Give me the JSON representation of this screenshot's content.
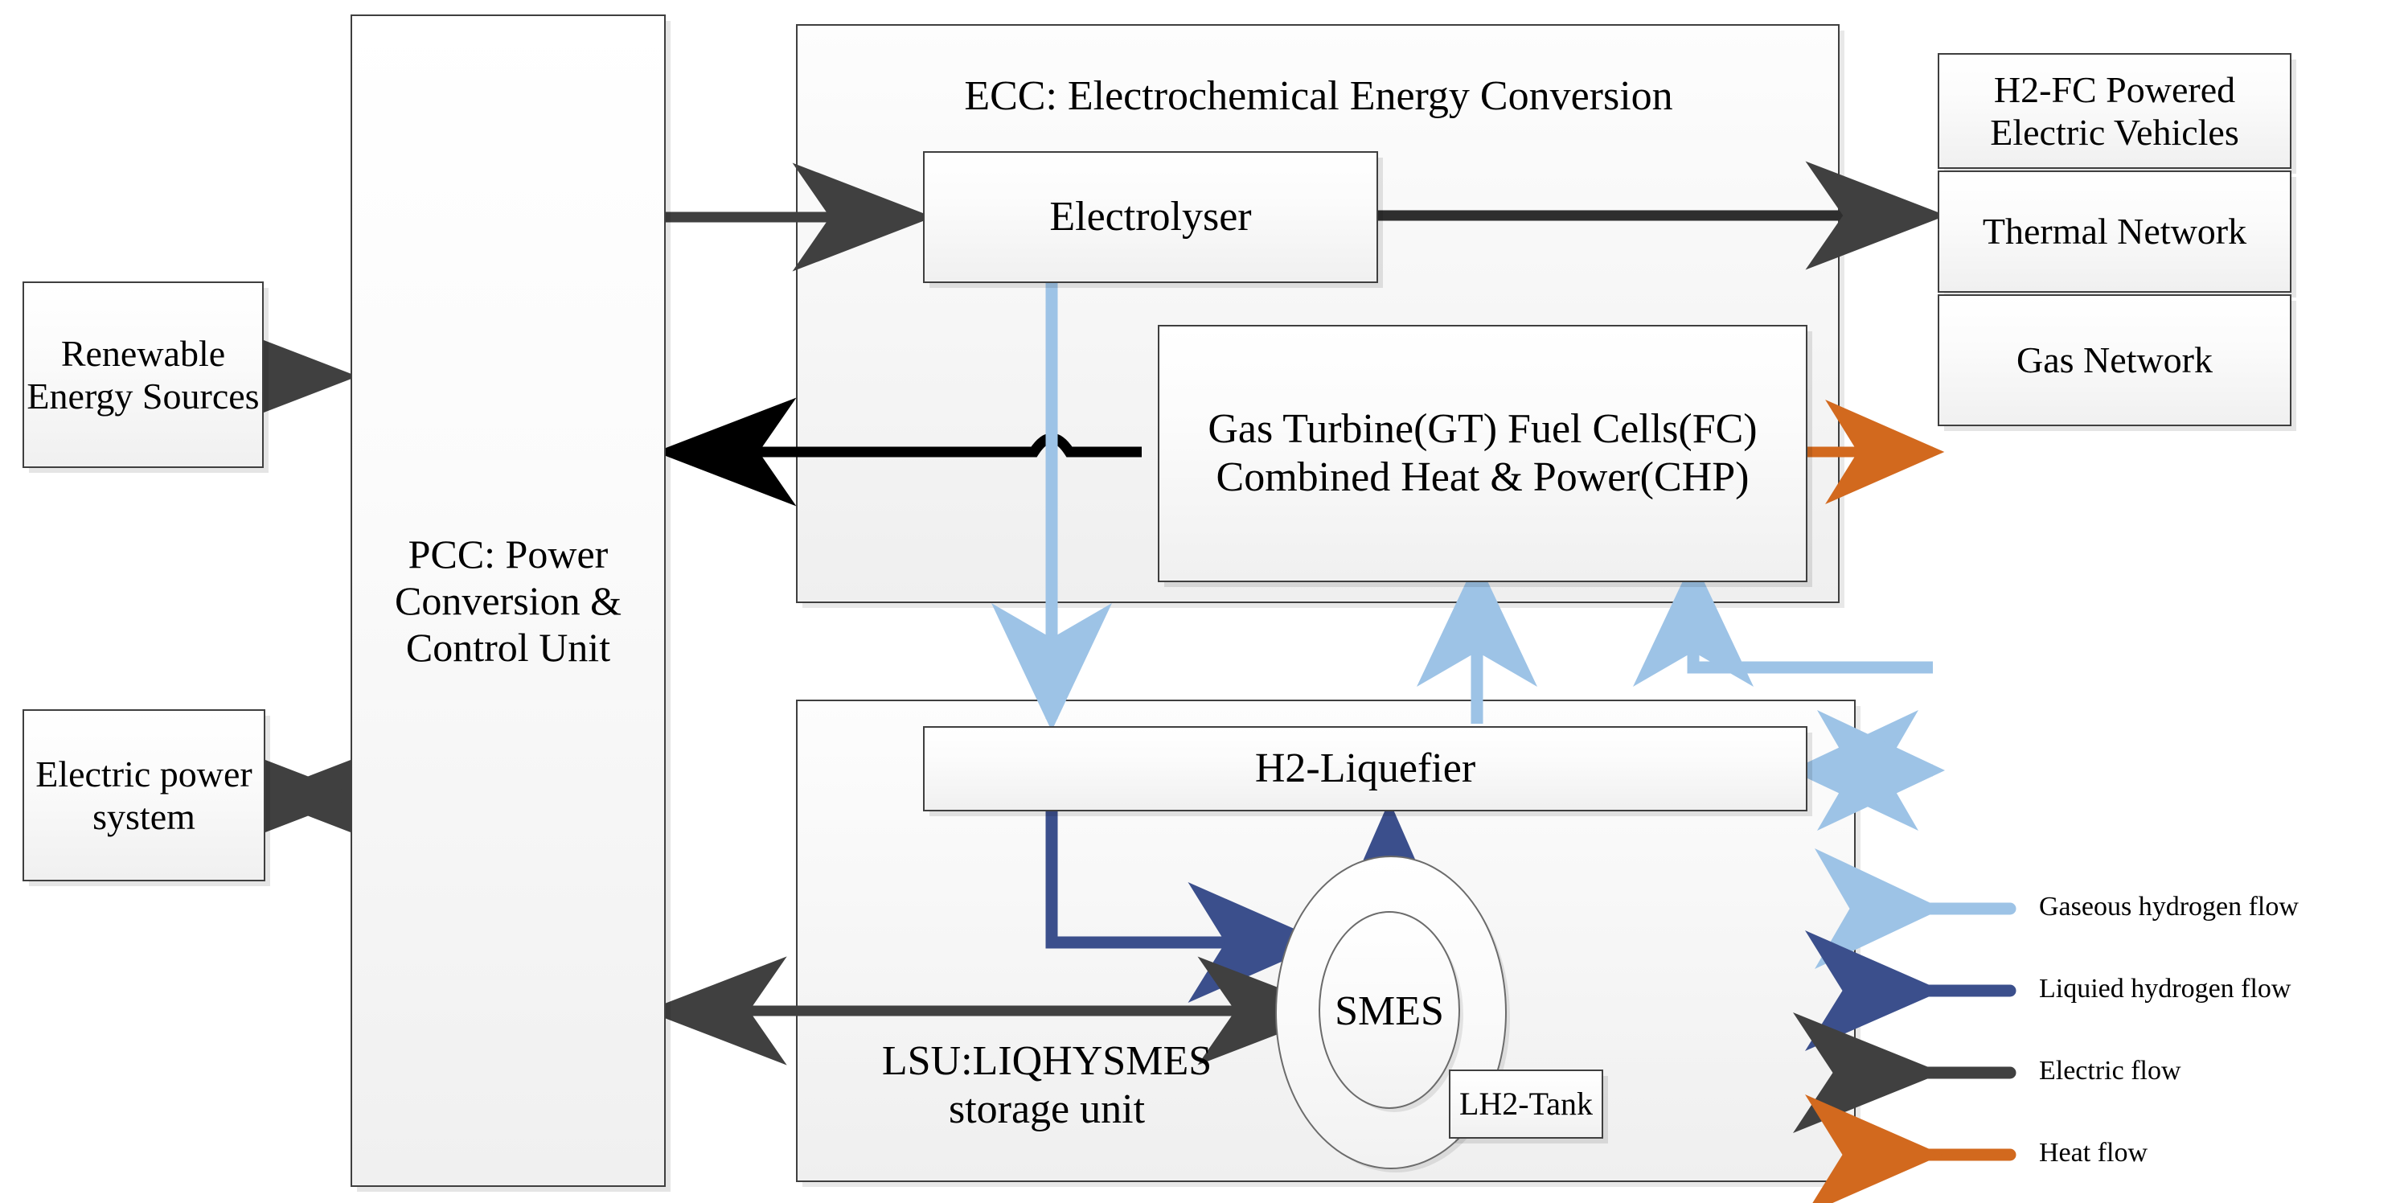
{
  "diagram": {
    "title": "LIQHYSMES energy hub block diagram",
    "colors": {
      "gaseous_hydrogen": "#9dc3e6",
      "liquid_hydrogen": "#3b4f8c",
      "electric": "#404040",
      "electric_dark": "#000000",
      "heat": "#d2691e",
      "box_border": "#3f3f3f"
    }
  },
  "sources": {
    "renewable": "Renewable\nEnergy\nSources",
    "electric_power_system": "Electric\npower\nsystem"
  },
  "pcc": {
    "label": "PCC:\nPower\nConversion\n& Control\nUnit"
  },
  "ecc": {
    "title": "ECC: Electrochemical Energy Conversion",
    "electrolyser": "Electrolyser",
    "generation": "Gas Turbine(GT)\nFuel Cells(FC)\nCombined Heat & Power(CHP)"
  },
  "lsu": {
    "title": "LSU:LIQHYSMES\nstorage unit",
    "liquefier": "H2-Liquefier",
    "smes": "SMES",
    "lh2_tank": "LH2-Tank"
  },
  "networks": {
    "vehicles": "H2-FC\nPowered\nElectric\nVehicles",
    "thermal": "Thermal\nNetwork",
    "gas": "Gas\nNetwork"
  },
  "legend": {
    "items": [
      {
        "label": "Gaseous hydrogen flow",
        "color": "#9dc3e6"
      },
      {
        "label": "Liquied hydrogen flow",
        "color": "#3b4f8c"
      },
      {
        "label": "Electric flow",
        "color": "#404040"
      },
      {
        "label": "Heat flow",
        "color": "#d2691e"
      }
    ]
  }
}
